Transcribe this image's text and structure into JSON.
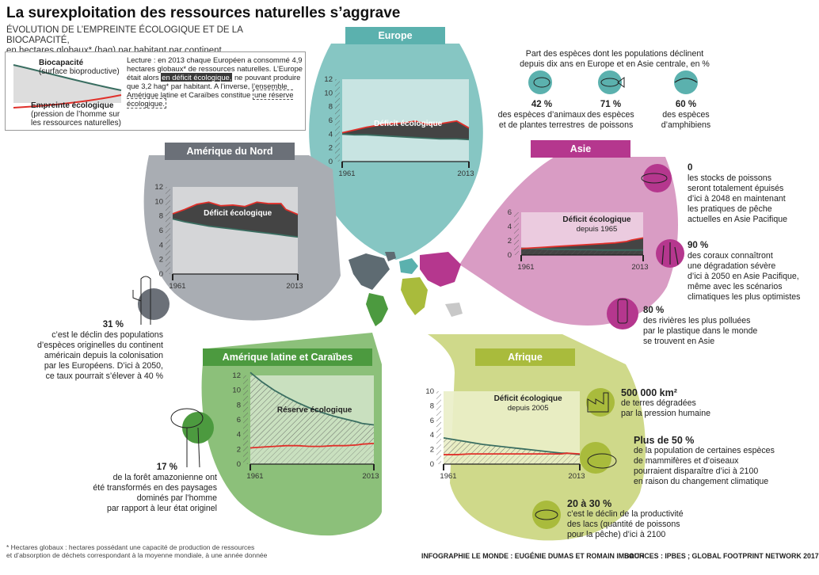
{
  "title": "La surexploitation des ressources naturelles s’aggrave",
  "subtitle_line1": "ÉVOLUTION DE L’EMPREINTE ÉCOLOGIQUE ET DE LA BIOCAPACITÉ,",
  "subtitle_line2": "en hectares globaux* (hag) par habitant par continent",
  "legend": {
    "biocap_label": "Biocapacité",
    "biocap_sub": "(surface bioproductive)",
    "empreinte_label": "Empreinte écologique",
    "empreinte_sub1": "(pression de l’homme sur",
    "empreinte_sub2": "les ressources naturelles)",
    "lecture_1": "Lecture : en 2013 chaque Européen a consommé 4,9 hectares globaux* de ressources naturelles. L’Europe était alors",
    "lecture_hl1": "en déficit écologique,",
    "lecture_2": "ne pouvant produire que 3,2 hag* par habitant. A l’inverse, l’ensemble Amérique latine et Caraïbes constitue",
    "lecture_hl2": "une réserve écologique."
  },
  "colors": {
    "europe": "#86c6c3",
    "europe_banner": "#5bb1ae",
    "amnord": "#a9adb3",
    "amnord_banner": "#6b7078",
    "asie": "#d99cc4",
    "asie_banner": "#b5378e",
    "amlatine": "#8cc07a",
    "amlatine_banner": "#4c9a3f",
    "afrique": "#cfd98a",
    "afrique_banner": "#a9bb3c",
    "deficit": "#444444",
    "footprint": "#e0302a",
    "biocap": "#3a6e61"
  },
  "icons": {
    "europe_species": [
      "frog-icon",
      "fish-icon",
      "salamander-icon"
    ],
    "asia": [
      "tuna-icon",
      "coral-icon",
      "bottle-icon"
    ],
    "africa": [
      "factory-icon",
      "rhino-icon",
      "fish-icon"
    ],
    "amnord": "cactus-icon",
    "amlatine": "trees-icon"
  },
  "species": {
    "header_line1": "Part des espèces dont les populations déclinent",
    "header_line2": "depuis dix ans en Europe et en Asie centrale, en %",
    "items": [
      {
        "value": "42 %",
        "l1": "des espèces d’animaux",
        "l2": "et de plantes terrestres"
      },
      {
        "value": "71 %",
        "l1": "des espèces",
        "l2": "de poissons"
      },
      {
        "value": "60 %",
        "l1": "des espèces",
        "l2": "d’amphibiens"
      }
    ]
  },
  "asia_stats": [
    {
      "value": "0",
      "lines": [
        "les stocks de poissons",
        "seront totalement épuisés",
        "d’ici à 2048 en maintenant",
        "les pratiques de pêche",
        "actuelles en Asie Pacifique"
      ]
    },
    {
      "value": "90 %",
      "lines": [
        "des coraux connaîtront",
        "une dégradation sévère",
        "d’ici à 2050 en Asie Pacifique,",
        "même avec les scénarios",
        "climatiques les plus optimistes"
      ]
    },
    {
      "value": "80 %",
      "lines": [
        "des rivières les plus polluées",
        "par le plastique dans le monde",
        "se trouvent en Asie"
      ]
    }
  ],
  "amnord_stat": {
    "value": "31 %",
    "lines": [
      "c’est le déclin des populations",
      "d’espèces originelles du continent",
      "américain depuis la colonisation",
      "par les Européens. D’ici à 2050,",
      "ce taux pourrait s’élever à 40 %"
    ]
  },
  "amlatine_stat": {
    "value": "17 %",
    "lines": [
      "de la forêt amazonienne ont",
      "été  transformés en des paysages",
      "dominés par l’homme",
      "par rapport à leur état originel"
    ]
  },
  "africa_stats": [
    {
      "value": "500 000 km²",
      "lines": [
        "de terres dégradées",
        "par la pression humaine"
      ]
    },
    {
      "value": "Plus de 50 %",
      "lines": [
        "de la population de certaines espèces",
        "de mammifères et d’oiseaux",
        "pourraient disparaître d’ici à 2100",
        "en raison du changement climatique"
      ]
    },
    {
      "value": "20 à 30 %",
      "lines": [
        "c’est le déclin de la productivité",
        "des lacs (quantité de poissons",
        "pour la pêche) d’ici à 2100"
      ]
    }
  ],
  "footnote_line1": "* Hectares globaux : hectares possédant une capacité de production de ressources",
  "footnote_line2": "et d’absorption de déchets correspondant à la moyenne mondiale, à une année donnée",
  "credit": "INFOGRAPHIE LE MONDE : EUGÉNIE DUMAS ET ROMAIN IMBACH",
  "sources": "SOURCES : IPBES ; GLOBAL FOOTPRINT NETWORK 2017",
  "chart_data": [
    {
      "id": "europe",
      "type": "area",
      "title": "Europe",
      "x_start": 1961,
      "x_end": 2013,
      "xticks": [
        "1961",
        "2013"
      ],
      "yticks": [
        "0",
        "2",
        "4",
        "6",
        "8",
        "10",
        "12"
      ],
      "ylim": [
        0,
        12
      ],
      "region_label": "Déficit écologique",
      "region_sub": "",
      "series": [
        {
          "name": "Empreinte écologique",
          "x": [
            1961,
            1966,
            1971,
            1976,
            1981,
            1986,
            1991,
            1996,
            2001,
            2006,
            2008,
            2013
          ],
          "values": [
            4.2,
            4.6,
            5.0,
            5.3,
            5.5,
            5.6,
            5.9,
            5.4,
            5.5,
            5.8,
            5.9,
            4.9
          ]
        },
        {
          "name": "Biocapacité",
          "x": [
            1961,
            1966,
            1971,
            1976,
            1981,
            1986,
            1991,
            1996,
            2001,
            2006,
            2008,
            2013
          ],
          "values": [
            4.0,
            3.9,
            3.9,
            3.8,
            3.7,
            3.6,
            3.5,
            3.4,
            3.3,
            3.3,
            3.3,
            3.2
          ]
        }
      ]
    },
    {
      "id": "amnord",
      "type": "area",
      "title": "Amérique du Nord",
      "x_start": 1961,
      "x_end": 2013,
      "xticks": [
        "1961",
        "2013"
      ],
      "yticks": [
        "0",
        "2",
        "4",
        "6",
        "8",
        "10",
        "12"
      ],
      "ylim": [
        0,
        12
      ],
      "region_label": "Déficit écologique",
      "region_sub": "",
      "series": [
        {
          "name": "Empreinte écologique",
          "x": [
            1961,
            1966,
            1971,
            1976,
            1981,
            1986,
            1991,
            1996,
            2001,
            2006,
            2008,
            2013
          ],
          "values": [
            8.3,
            8.9,
            9.6,
            9.9,
            9.4,
            9.5,
            9.3,
            9.9,
            9.7,
            9.7,
            8.9,
            8.2
          ]
        },
        {
          "name": "Biocapacité",
          "x": [
            1961,
            1966,
            1971,
            1976,
            1981,
            1986,
            1991,
            1996,
            2001,
            2006,
            2008,
            2013
          ],
          "values": [
            7.6,
            7.2,
            6.9,
            6.6,
            6.4,
            6.2,
            6.0,
            5.8,
            5.6,
            5.4,
            5.3,
            5.1
          ]
        }
      ]
    },
    {
      "id": "asie",
      "type": "area",
      "title": "Asie",
      "x_start": 1961,
      "x_end": 2013,
      "xticks": [
        "1961",
        "2013"
      ],
      "yticks": [
        "0",
        "2",
        "4",
        "6"
      ],
      "ylim": [
        0,
        6
      ],
      "region_label": "Déficit écologique",
      "region_sub": "depuis 1965",
      "series": [
        {
          "name": "Empreinte écologique",
          "x": [
            1961,
            1966,
            1971,
            1976,
            1981,
            1986,
            1991,
            1996,
            2001,
            2006,
            2008,
            2013
          ],
          "values": [
            0.9,
            1.0,
            1.1,
            1.2,
            1.3,
            1.4,
            1.5,
            1.6,
            1.7,
            1.9,
            2.1,
            2.4
          ]
        },
        {
          "name": "Biocapacité",
          "x": [
            1961,
            1966,
            1971,
            1976,
            1981,
            1986,
            1991,
            1996,
            2001,
            2006,
            2008,
            2013
          ],
          "values": [
            0.95,
            0.9,
            0.85,
            0.8,
            0.8,
            0.75,
            0.75,
            0.7,
            0.7,
            0.7,
            0.7,
            0.7
          ]
        }
      ]
    },
    {
      "id": "amlatine",
      "type": "area",
      "title": "Amérique latine et Caraïbes",
      "x_start": 1961,
      "x_end": 2013,
      "xticks": [
        "1961",
        "2013"
      ],
      "yticks": [
        "0",
        "2",
        "4",
        "6",
        "8",
        "10",
        "12"
      ],
      "ylim": [
        0,
        12
      ],
      "region_label": "Réserve écologique",
      "region_sub": "",
      "series": [
        {
          "name": "Biocapacité",
          "x": [
            1961,
            1966,
            1971,
            1976,
            1981,
            1986,
            1991,
            1996,
            2001,
            2006,
            2008,
            2013
          ],
          "values": [
            12.4,
            11.1,
            10.0,
            9.1,
            8.3,
            7.6,
            7.0,
            6.5,
            6.1,
            5.7,
            5.5,
            5.3
          ]
        },
        {
          "name": "Empreinte écologique",
          "x": [
            1961,
            1966,
            1971,
            1976,
            1981,
            1986,
            1991,
            1996,
            2001,
            2006,
            2008,
            2013
          ],
          "values": [
            2.2,
            2.3,
            2.4,
            2.5,
            2.5,
            2.4,
            2.4,
            2.5,
            2.5,
            2.6,
            2.7,
            2.8
          ]
        }
      ]
    },
    {
      "id": "afrique",
      "type": "area",
      "title": "Afrique",
      "x_start": 1961,
      "x_end": 2013,
      "xticks": [
        "1961",
        "2013"
      ],
      "yticks": [
        "0",
        "2",
        "4",
        "6",
        "8",
        "10"
      ],
      "ylim": [
        0,
        10
      ],
      "region_label": "Déficit écologique",
      "region_sub": "depuis 2005",
      "series": [
        {
          "name": "Biocapacité",
          "x": [
            1961,
            1966,
            1971,
            1976,
            1981,
            1986,
            1991,
            1996,
            2001,
            2006,
            2008,
            2013
          ],
          "values": [
            3.6,
            3.3,
            3.0,
            2.7,
            2.5,
            2.3,
            2.1,
            1.9,
            1.7,
            1.5,
            1.5,
            1.3
          ]
        },
        {
          "name": "Empreinte écologique",
          "x": [
            1961,
            1966,
            1971,
            1976,
            1981,
            1986,
            1991,
            1996,
            2001,
            2006,
            2008,
            2013
          ],
          "values": [
            1.3,
            1.3,
            1.4,
            1.4,
            1.4,
            1.4,
            1.4,
            1.4,
            1.4,
            1.4,
            1.5,
            1.4
          ]
        }
      ]
    }
  ]
}
